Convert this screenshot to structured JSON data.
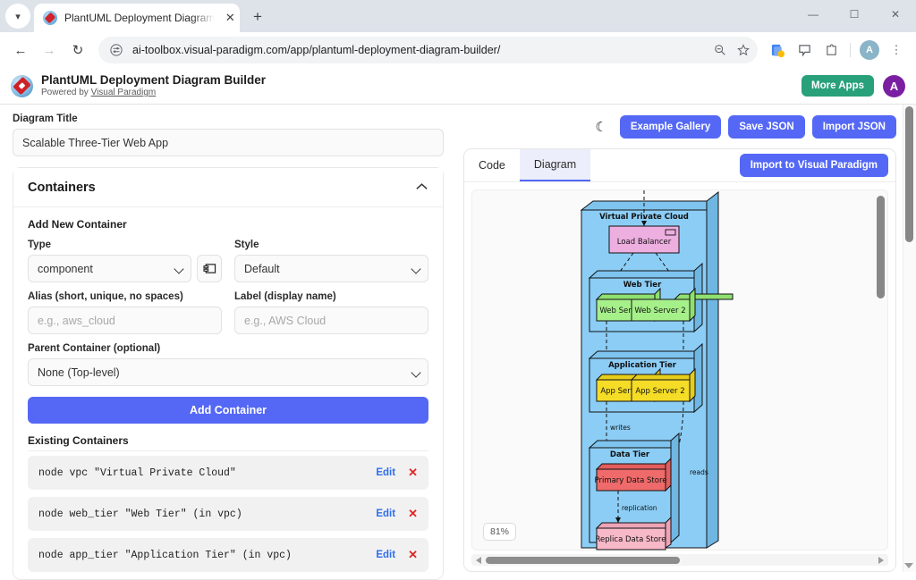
{
  "browser": {
    "tab": {
      "title": "PlantUML Deployment Diagram",
      "close_icon": "close-icon",
      "favicon": "visual-paradigm-favicon"
    },
    "new_tab_label": "+",
    "tab_list_chevron": "chevron-down-icon",
    "window_controls": {
      "minimize": "—",
      "maximize": "☐",
      "close": "✕"
    },
    "nav": {
      "back": "←",
      "forward": "→",
      "reload": "↻"
    },
    "omnibox": {
      "site_settings_icon": "tune-icon",
      "url": "ai-toolbox.visual-paradigm.com/app/plantuml-deployment-diagram-builder/",
      "zoom_icon": "zoom-out-icon",
      "bookmark_icon": "star-icon"
    },
    "toolbar_icons": [
      "extension-badge-icon",
      "comment-icon",
      "extensions-puzzle-icon"
    ],
    "profile_initial": "A",
    "menu_icon": "kebab-menu-icon"
  },
  "app_header": {
    "logo": "visual-paradigm-logo",
    "title": "PlantUML Deployment Diagram Builder",
    "subtitle_prefix": "Powered by ",
    "subtitle_link": "Visual Paradigm",
    "more_apps_label": "More Apps",
    "more_apps_color": "#28a07a",
    "avatar_initial": "A",
    "avatar_color": "#7b1fa2"
  },
  "left_panel": {
    "diagram_title_label": "Diagram Title",
    "diagram_title_value": "Scalable Three-Tier Web App",
    "containers_card": {
      "heading": "Containers",
      "collapse_icon": "chevron-up-icon",
      "add_new_heading": "Add New Container",
      "type_label": "Type",
      "type_value": "component",
      "type_icon_button": "uml-component-icon",
      "style_label": "Style",
      "style_value": "Default",
      "alias_label": "Alias (short, unique, no spaces)",
      "alias_value": "",
      "alias_placeholder": "e.g., aws_cloud",
      "label_label": "Label (display name)",
      "label_value": "",
      "label_placeholder": "e.g., AWS Cloud",
      "parent_label": "Parent Container (optional)",
      "parent_value": "None (Top-level)",
      "add_button": "Add Container",
      "add_button_color": "#5468f5",
      "existing_heading": "Existing Containers",
      "existing": [
        {
          "code": "node vpc \"Virtual Private Cloud\"",
          "edit": "Edit",
          "delete_icon": "delete-x-icon"
        },
        {
          "code": "node web_tier \"Web Tier\" (in vpc)",
          "edit": "Edit",
          "delete_icon": "delete-x-icon"
        },
        {
          "code": "node app_tier \"Application Tier\" (in vpc)",
          "edit": "Edit",
          "delete_icon": "delete-x-icon"
        }
      ]
    }
  },
  "right_panel": {
    "theme_toggle_icon": "moon-icon",
    "buttons": {
      "example_gallery": "Example Gallery",
      "save_json": "Save JSON",
      "import_json": "Import JSON",
      "import_to_vp": "Import to Visual Paradigm"
    },
    "tabs": [
      {
        "label": "Code",
        "active": false
      },
      {
        "label": "Diagram",
        "active": true
      }
    ],
    "zoom_level": "81%",
    "accent_color": "#5468f5"
  },
  "diagram": {
    "type": "deployment",
    "nodes": [
      {
        "id": "vpc",
        "label": "Virtual Private Cloud",
        "kind": "node",
        "fill": "#8ccdf5"
      },
      {
        "id": "lb",
        "label": "Load Balancer",
        "kind": "component",
        "fill": "#edaee0"
      },
      {
        "id": "web_tier",
        "label": "Web Tier",
        "kind": "node",
        "fill": "#8ccdf5"
      },
      {
        "id": "web1",
        "label": "Web Server 1",
        "kind": "node3d",
        "fill": "#a6f08a"
      },
      {
        "id": "web2",
        "label": "Web Server 2",
        "kind": "node3d",
        "fill": "#a6f08a"
      },
      {
        "id": "app_tier",
        "label": "Application Tier",
        "kind": "node",
        "fill": "#8ccdf5"
      },
      {
        "id": "app1",
        "label": "App Server 1",
        "kind": "node3d",
        "fill": "#f5dc26"
      },
      {
        "id": "app2",
        "label": "App Server 2",
        "kind": "node3d",
        "fill": "#f5dc26"
      },
      {
        "id": "data_tier",
        "label": "Data Tier",
        "kind": "node",
        "fill": "#8ccdf5"
      },
      {
        "id": "primary",
        "label": "Primary Data Store",
        "kind": "node3d",
        "fill": "#ef6a6a"
      },
      {
        "id": "replica",
        "label": "Replica Data Store",
        "kind": "node3d",
        "fill": "#f7b8c8"
      }
    ],
    "edges": [
      {
        "from": "lb",
        "to": "web1",
        "label": ""
      },
      {
        "from": "lb",
        "to": "web2",
        "label": ""
      },
      {
        "from": "web1",
        "to": "app1",
        "label": ""
      },
      {
        "from": "web2",
        "to": "app2",
        "label": ""
      },
      {
        "from": "app1",
        "to": "primary",
        "label": "writes"
      },
      {
        "from": "primary",
        "to": "replica",
        "label": "replication"
      },
      {
        "from": "app2",
        "to": "replica",
        "label": "reads"
      }
    ]
  }
}
